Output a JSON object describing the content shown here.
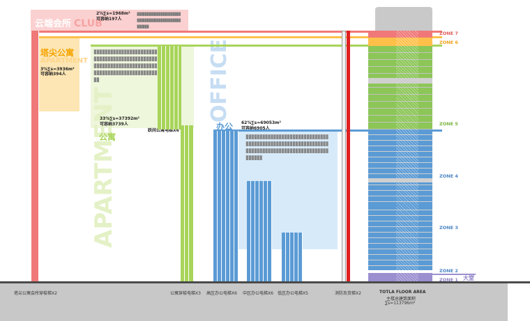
{
  "club": {
    "title_cn": "云端会所",
    "title_en": "CLUB",
    "stat": "2%∑s=1968m²",
    "capacity": "可容纳197人"
  },
  "apartment_top": {
    "title_cn": "塔尖公寓",
    "title_en": "APARTMENT",
    "stat": "3%∑s=3936m²",
    "capacity": "可容纳394人"
  },
  "apartment": {
    "big_en": "APARTMENT",
    "title_cn": "公寓",
    "stat": "33%∑s=37392m²",
    "capacity": "可容纳3739人",
    "elevator_label": "跃间公寓电梯X6"
  },
  "office": {
    "big_en": "OFFICE",
    "title_cn": "办公",
    "stat": "62%∑s=69053m²",
    "capacity": "可容纳6905人"
  },
  "captions": {
    "c1": "塔尖公寓会所穿梭梯X2",
    "c2": "公寓穿梭电梯X3",
    "c3": "高区办公电梯X6",
    "c4": "中区办公电梯X6",
    "c5": "低区办公电梯X5",
    "c6": "消防及货梯X2",
    "total_title": "TOTLA FLOOR AREA",
    "total_cn": "主楼总建筑面积",
    "total_value": "∑s=113796m²"
  },
  "zones": {
    "z7": "ZONE 7",
    "z6": "ZONE 6",
    "z5": "ZONE 5",
    "z4": "ZONE 4",
    "z3": "ZONE 3",
    "z2": "ZONE 2",
    "z1": "ZONE 1",
    "lobby": "大堂"
  },
  "colors": {
    "club": "#f07878",
    "apartment_top": "#ffc04a",
    "apartment": "#a8d45a",
    "office": "#5b9bd5",
    "fire": "#e02020",
    "lobby": "#9b8fd0"
  },
  "people_glyph": "👤"
}
